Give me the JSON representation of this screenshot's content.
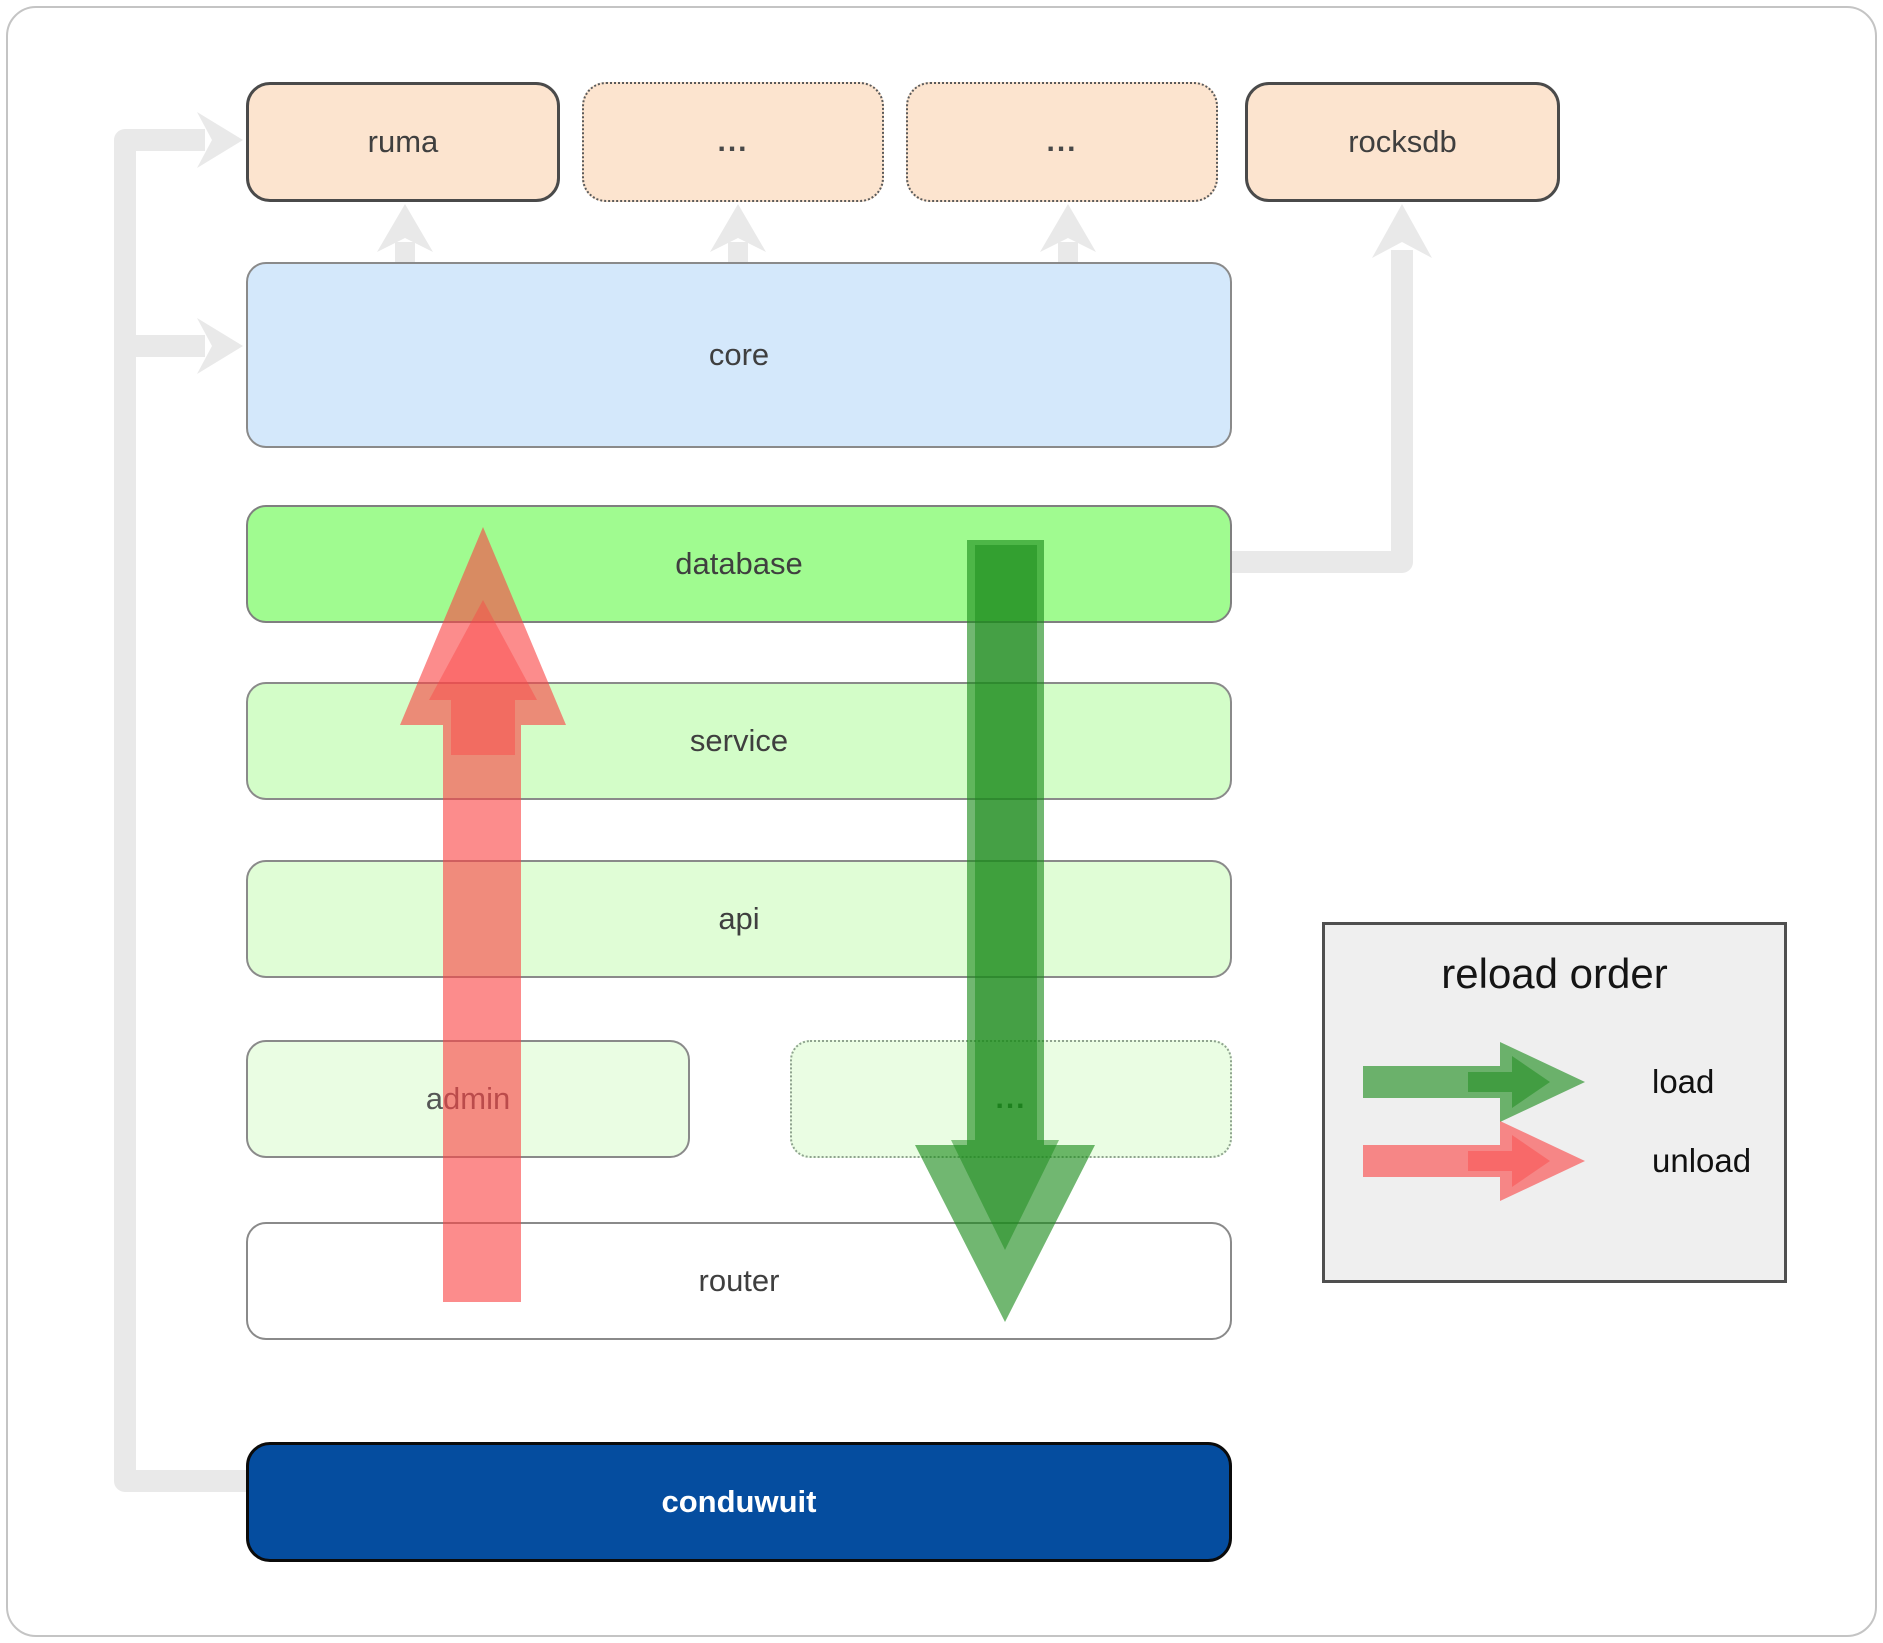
{
  "boxes": {
    "ruma": {
      "label": "ruma"
    },
    "ellipsis_top_1": {
      "label": "..."
    },
    "ellipsis_top_2": {
      "label": "..."
    },
    "rocksdb": {
      "label": "rocksdb"
    },
    "core": {
      "label": "core"
    },
    "database": {
      "label": "database"
    },
    "service": {
      "label": "service"
    },
    "api": {
      "label": "api"
    },
    "admin": {
      "label": "admin"
    },
    "ellipsis_admin": {
      "label": "..."
    },
    "router": {
      "label": "router"
    },
    "conduwuit": {
      "label": "conduwuit"
    }
  },
  "legend": {
    "title": "reload order",
    "items": [
      {
        "label": "load",
        "color": "#1a8a1a"
      },
      {
        "label": "unload",
        "color": "#fa4646"
      }
    ]
  },
  "colors": {
    "peach_box": "#fce4cf",
    "core_blue": "#d4e8fb",
    "database_green": "#a0fb90",
    "service_green": "#d3fdc8",
    "api_green": "#e0fdd6",
    "admin_green": "#eafde3",
    "router_white": "#ffffff",
    "conduwuit_blue": "#054d9f",
    "connector_gray": "#e9e9e9",
    "load_arrow_green": "#1a8a1a",
    "unload_arrow_red": "#fa4646",
    "legend_bg": "#efefef"
  }
}
